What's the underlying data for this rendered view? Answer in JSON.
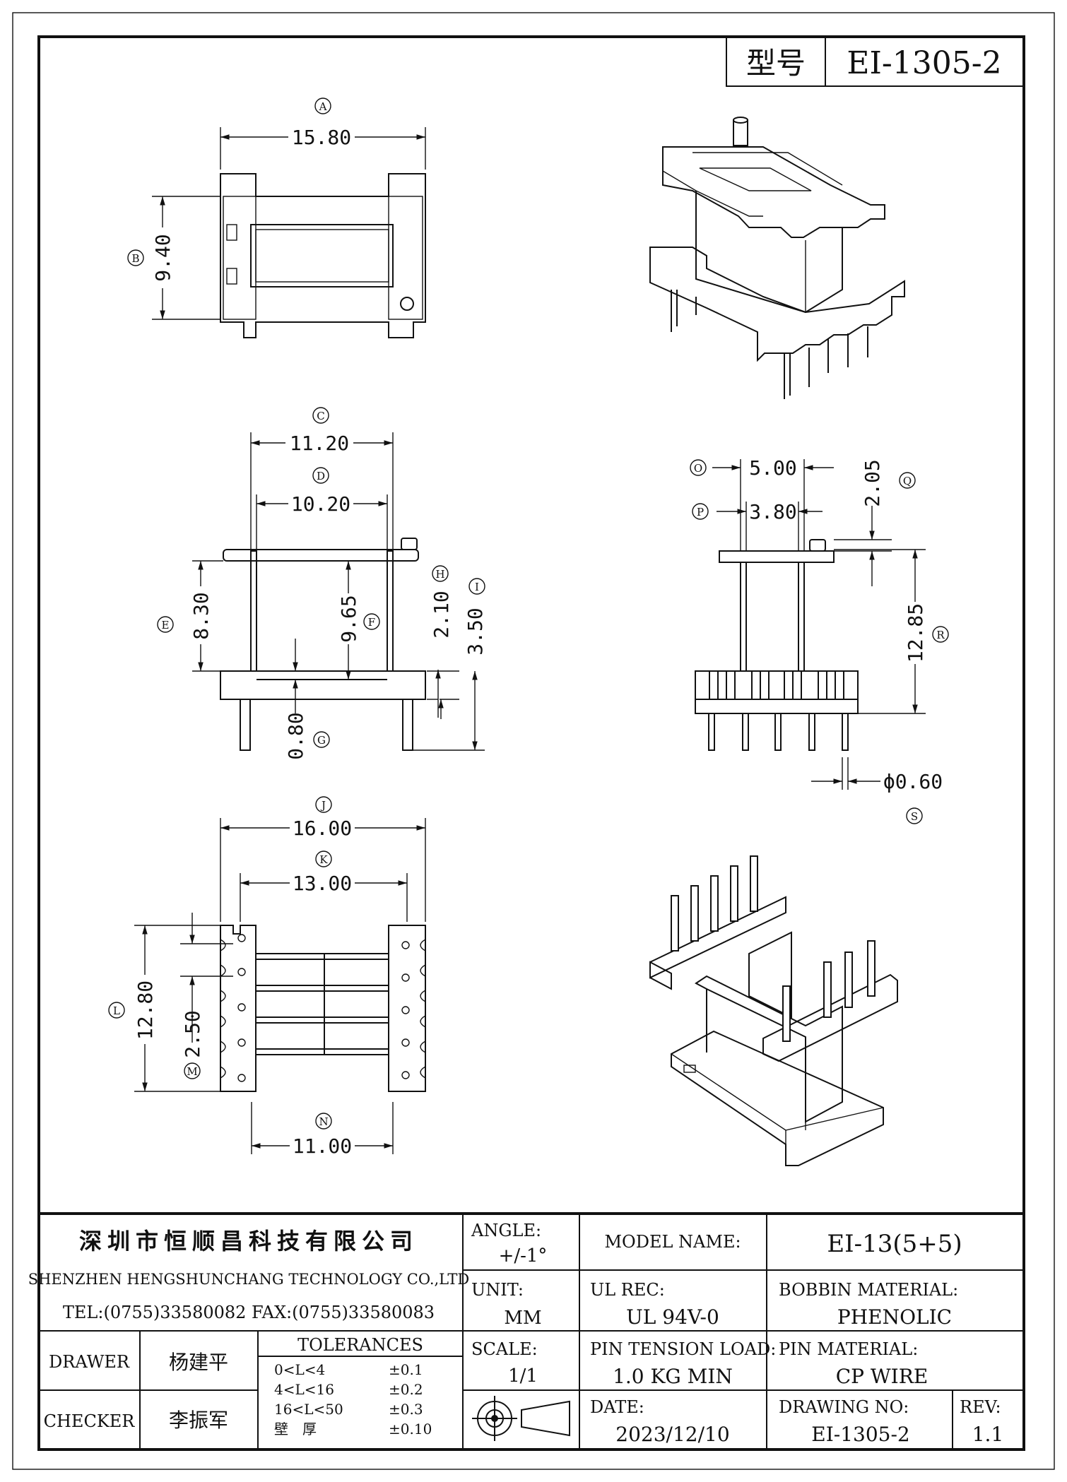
{
  "header": {
    "model_label": "型号",
    "model_value": "EI-1305-2"
  },
  "dims": {
    "A": {
      "circle": "A",
      "value": "15.80"
    },
    "B": {
      "circle": "B",
      "value": "9.40"
    },
    "C": {
      "circle": "C",
      "value": "11.20"
    },
    "D": {
      "circle": "D",
      "value": "10.20"
    },
    "E": {
      "circle": "E",
      "value": "8.30"
    },
    "F": {
      "circle": "F",
      "value": "9.65"
    },
    "G": {
      "circle": "G",
      "value": "0.80"
    },
    "H": {
      "circle": "H",
      "value": "2.10"
    },
    "I": {
      "circle": "I",
      "value": "3.50"
    },
    "J": {
      "circle": "J",
      "value": "16.00"
    },
    "K": {
      "circle": "K",
      "value": "13.00"
    },
    "L": {
      "circle": "L",
      "value": "12.80"
    },
    "M": {
      "circle": "M",
      "value": "2.50"
    },
    "N": {
      "circle": "N",
      "value": "11.00"
    },
    "O": {
      "circle": "O",
      "value": "5.00"
    },
    "P": {
      "circle": "P",
      "value": "3.80"
    },
    "Q": {
      "circle": "Q",
      "value": "2.05"
    },
    "R": {
      "circle": "R",
      "value": "12.85"
    },
    "S": {
      "circle": "S",
      "value": "ϕ0.60"
    }
  },
  "titleblock": {
    "company_cn": "深圳市恒顺昌科技有限公司",
    "company_en": "SHENZHEN HENGSHUNCHANG TECHNOLOGY CO.,LTD",
    "contact": "TEL:(0755)33580082 FAX:(0755)33580083",
    "angle_label": "ANGLE:",
    "angle_value": "+/-1°",
    "model_name_label": "MODEL NAME:",
    "model_name_value": "EI-13(5+5)",
    "unit_label": "UNIT:",
    "unit_value": "MM",
    "ul_label": "UL REC:",
    "ul_value": "UL 94V-0",
    "bobbin_label": "BOBBIN MATERIAL:",
    "bobbin_value": "PHENOLIC",
    "drawer_label": "DRAWER",
    "drawer_value": "杨建平",
    "checker_label": "CHECKER",
    "checker_value": "李振军",
    "tolerances_label": "TOLERANCES",
    "tolerances": [
      {
        "range": "0<L<4",
        "tol": "±0.1"
      },
      {
        "range": "4<L<16",
        "tol": "±0.2"
      },
      {
        "range": "16<L<50",
        "tol": "±0.3"
      },
      {
        "range": "壁　厚",
        "tol": "±0.10"
      }
    ],
    "scale_label": "SCALE:",
    "scale_value": "1/1",
    "pin_tension_label": "PIN TENSION LOAD:",
    "pin_tension_value": "1.0 KG MIN",
    "pin_material_label": "PIN MATERIAL:",
    "pin_material_value": "CP WIRE",
    "date_label": "DATE:",
    "date_value": "2023/12/10",
    "drawing_no_label": "DRAWING NO:",
    "drawing_no_value": "EI-1305-2",
    "rev_label": "REV:",
    "rev_value": "1.1"
  }
}
